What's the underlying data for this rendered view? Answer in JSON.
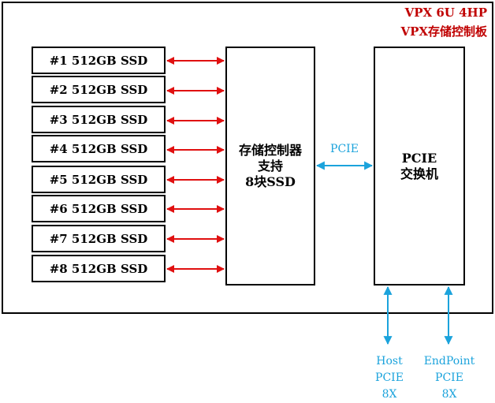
{
  "board": {
    "title_line1": "VPX 6U 4HP",
    "title_line2": "VPX存储控制板"
  },
  "ssds": [
    {
      "label": "#1 512GB SSD"
    },
    {
      "label": "#2 512GB SSD"
    },
    {
      "label": "#3 512GB SSD"
    },
    {
      "label": "#4 512GB SSD"
    },
    {
      "label": "#5 512GB SSD"
    },
    {
      "label": "#6 512GB SSD"
    },
    {
      "label": "#7 512GB SSD"
    },
    {
      "label": "#8 512GB SSD"
    }
  ],
  "controller": {
    "line1": "存储控制器",
    "line2": "支持",
    "line3": "8块SSD"
  },
  "switch": {
    "line1": "PCIE",
    "line2": "交换机"
  },
  "links": {
    "ctrl_to_switch": "PCIE"
  },
  "ports": {
    "host": {
      "line1": "Host",
      "line2": "PCIE",
      "line3": "8X"
    },
    "endpoint": {
      "line1": "EndPoint",
      "line2": "PCIE",
      "line3": "8X"
    }
  },
  "colors": {
    "title": "#c00000",
    "ssd_arrow": "#e01010",
    "pcie_arrow": "#1ba3dc",
    "border": "#000000"
  }
}
